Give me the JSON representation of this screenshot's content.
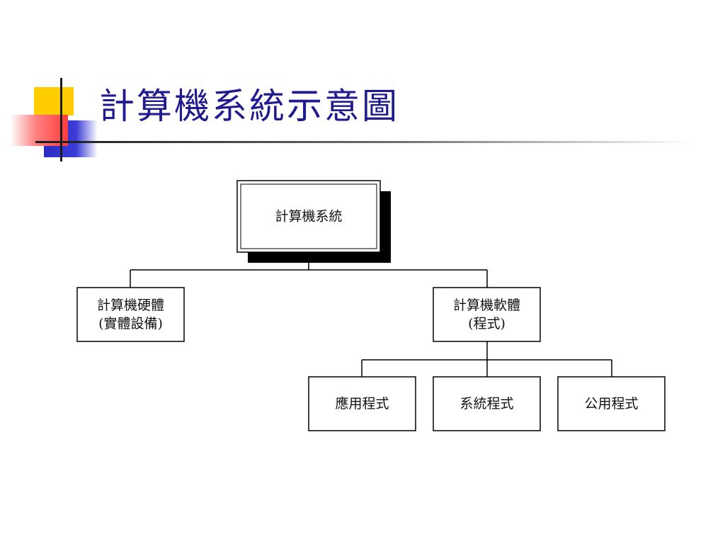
{
  "slide": {
    "title": "計算機系統示意圖"
  },
  "colors": {
    "title": "#1f1a8f",
    "accent_yellow": "#ffcc00",
    "accent_red": "#ff4b4b",
    "accent_blue": "#2f2fc8",
    "rule": "#1a1a1a"
  },
  "diagram": {
    "root": {
      "lines": [
        "計算機系統"
      ]
    },
    "hardware": {
      "lines": [
        "計算機硬體",
        "(實體設備)"
      ]
    },
    "software": {
      "lines": [
        "計算機軟體",
        "(程式)"
      ]
    },
    "application": {
      "lines": [
        "應用程式"
      ]
    },
    "system": {
      "lines": [
        "系統程式"
      ]
    },
    "utility": {
      "lines": [
        "公用程式"
      ]
    }
  }
}
